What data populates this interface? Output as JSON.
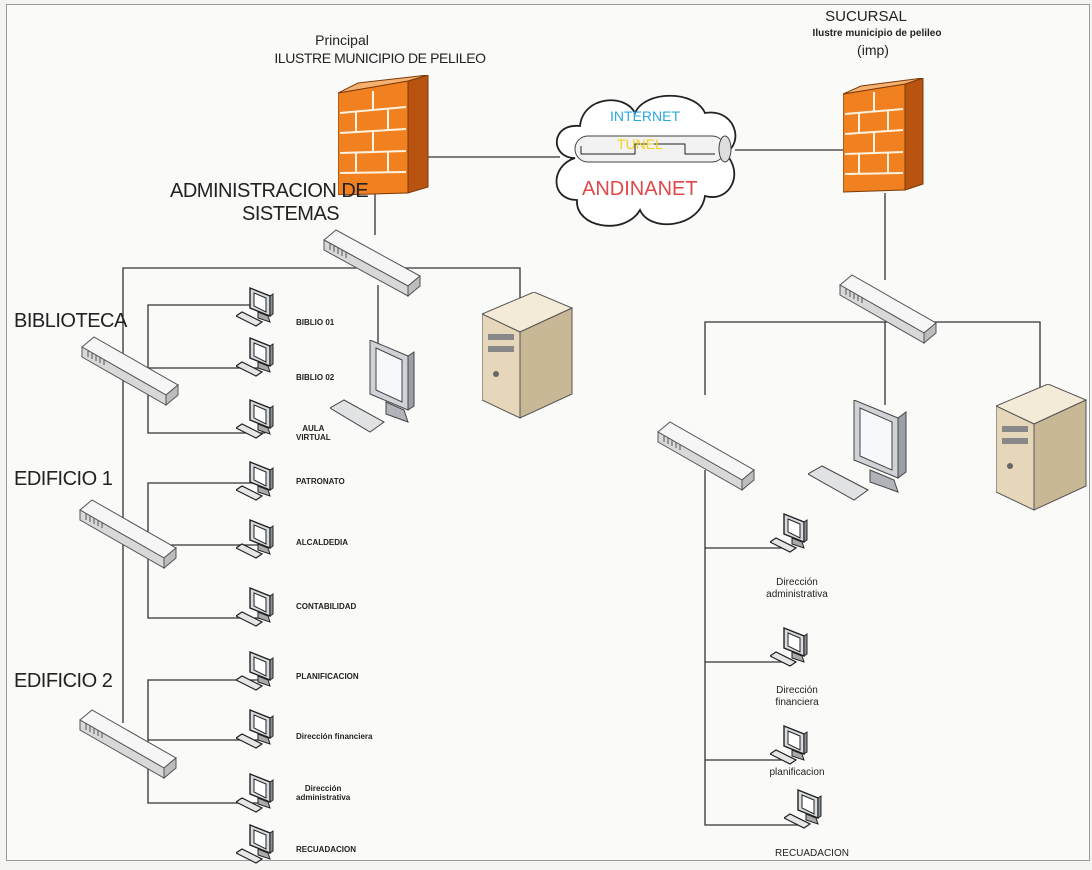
{
  "main_site": {
    "caption": "Principal",
    "name": "ILUSTRE MUNICIPIO DE PELILEO",
    "admin_label": [
      "ADMINISTRACION DE",
      "SISTEMAS"
    ],
    "groups": [
      {
        "label": "BIBLIOTECA",
        "hosts": [
          "BIBLIO 01",
          "BIBLIO 02",
          "AULA\nVIRTUAL"
        ]
      },
      {
        "label": "EDIFICIO 1",
        "hosts": [
          "PATRONATO",
          "ALCALDEDIA",
          "CONTABILIDAD"
        ]
      },
      {
        "label": "EDIFICIO 2",
        "hosts": [
          "PLANIFICACION",
          "Dirección financiera",
          "Dirección\nadministrativa",
          "RECUADACION"
        ]
      }
    ]
  },
  "cloud": {
    "internet": "INTERNET",
    "tunnel": "TUNEL",
    "isp": "ANDINANET",
    "colors": {
      "internet": "#2aa8e0",
      "tunnel": "#f2d21a",
      "isp": "#e0484a"
    }
  },
  "branch_site": {
    "caption": "SUCURSAL",
    "name": "Ilustre municipio de pelileo",
    "tag": "(imp)",
    "hosts": [
      "Dirección\nadministrativa",
      "Dirección\nfinanciera",
      "planificacion",
      "RECUADACION"
    ]
  },
  "colors": {
    "firewall": "#f08020",
    "firewall_dark": "#b85410",
    "line": "#333333"
  }
}
